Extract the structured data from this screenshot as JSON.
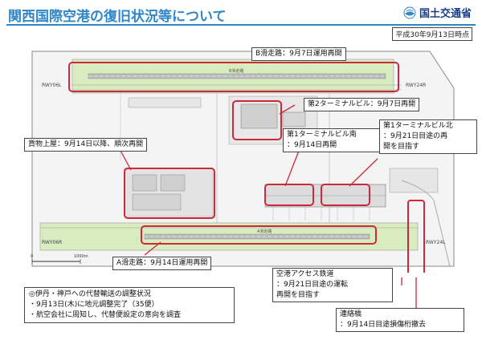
{
  "header": {
    "title": "関西国際空港の復旧状況等について",
    "ministry": "国土交通省",
    "date": "平成30年9月13日時点"
  },
  "colors": {
    "title_blue": "#2f86c8",
    "highlight_red": "#cc2a3b",
    "runway_green": "#d9ecc0"
  },
  "map": {
    "labels": {
      "runway_north_left": "RWY06L",
      "runway_north_right": "RWY24R",
      "runway_south_left": "RWY06R",
      "runway_south_right": "RWY24L",
      "runway_b": "B滑走路",
      "runway_a": "A滑走路",
      "scale_zero": "0",
      "scale_end": "1000m"
    }
  },
  "callouts": {
    "runway_b": "B滑走路：9月7日運用再開",
    "terminal2": "第2ターミナルビル：9月7日再開",
    "cargo": "貨物上屋：9月14日以降、順次再開",
    "terminal1_south": [
      "第1ターミナルビル南",
      "：9月14日再開"
    ],
    "terminal1_north": [
      "第1ターミナルビル北",
      "：9月21日目途の再",
      "開を目指す"
    ],
    "runway_a": "A滑走路：9月14日運用再開",
    "railway": [
      "空港アクセス鉄道",
      "：9月21日目途の運転",
      "再開を目指す"
    ],
    "bridge": [
      "連絡橋",
      "：9月14日目途損傷桁撤去"
    ]
  },
  "note": {
    "lines": [
      "◎伊丹・神戸への代替輸送の調整状況",
      "・9月13日(木)に地元調整完了（35便）",
      "・航空会社に周知し、代替便設定の意向を調査"
    ]
  }
}
